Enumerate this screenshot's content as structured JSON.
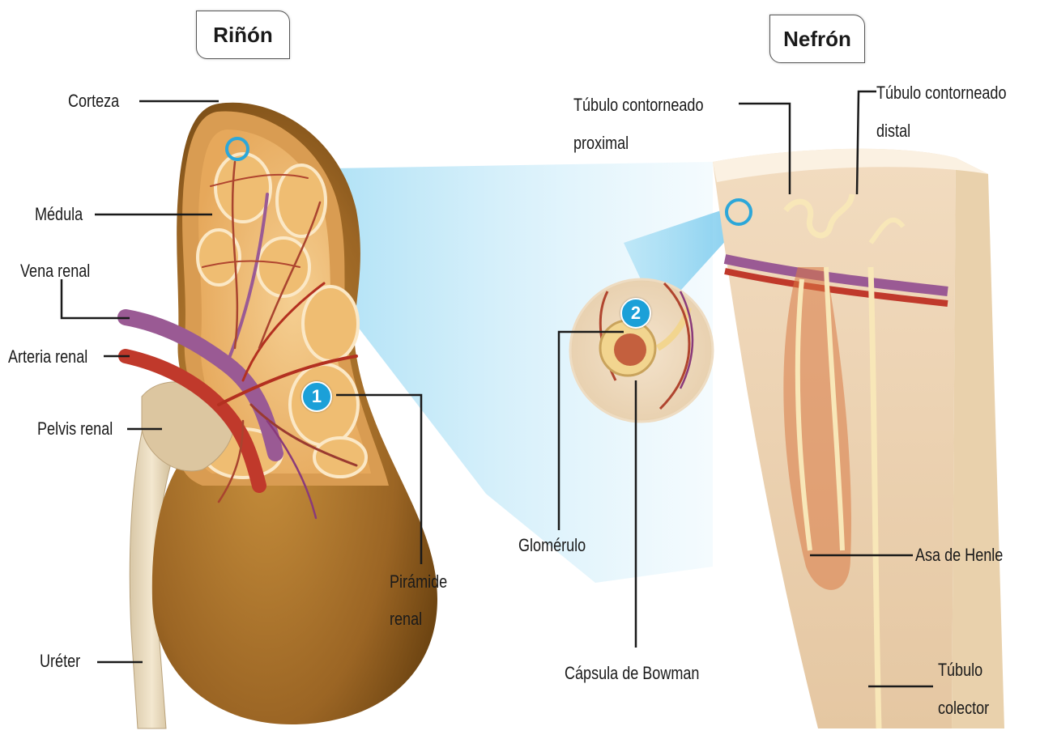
{
  "titles": {
    "rinon": "Riñón",
    "nefron": "Nefrón"
  },
  "labels": {
    "corteza": "Corteza",
    "medula": "Médula",
    "vena_renal": "Vena renal",
    "arteria_renal": "Arteria renal",
    "pelvis_renal": "Pelvis renal",
    "ureter": "Uréter",
    "piramide_renal_line1": "Pirámide",
    "piramide_renal_line2": "renal",
    "tubulo_proximal_line1": "Túbulo contorneado",
    "tubulo_proximal_line2": "proximal",
    "tubulo_distal_line1": "Túbulo contorneado",
    "tubulo_distal_line2": "distal",
    "glomerulo": "Glomérulo",
    "capsula_bowman": "Cápsula de Bowman",
    "asa_henle": "Asa de Henle",
    "tubulo_colector_line1": "Túbulo",
    "tubulo_colector_line2": "colector"
  },
  "badges": {
    "one": "1",
    "two": "2"
  },
  "colors": {
    "badge": "#1ba0d8",
    "vein": "#9a5a94",
    "artery": "#c0392b",
    "kidney_tissue": "#e8b36a",
    "capsule_brown": "#8a5a1c",
    "projection": "#8fd3ef"
  }
}
